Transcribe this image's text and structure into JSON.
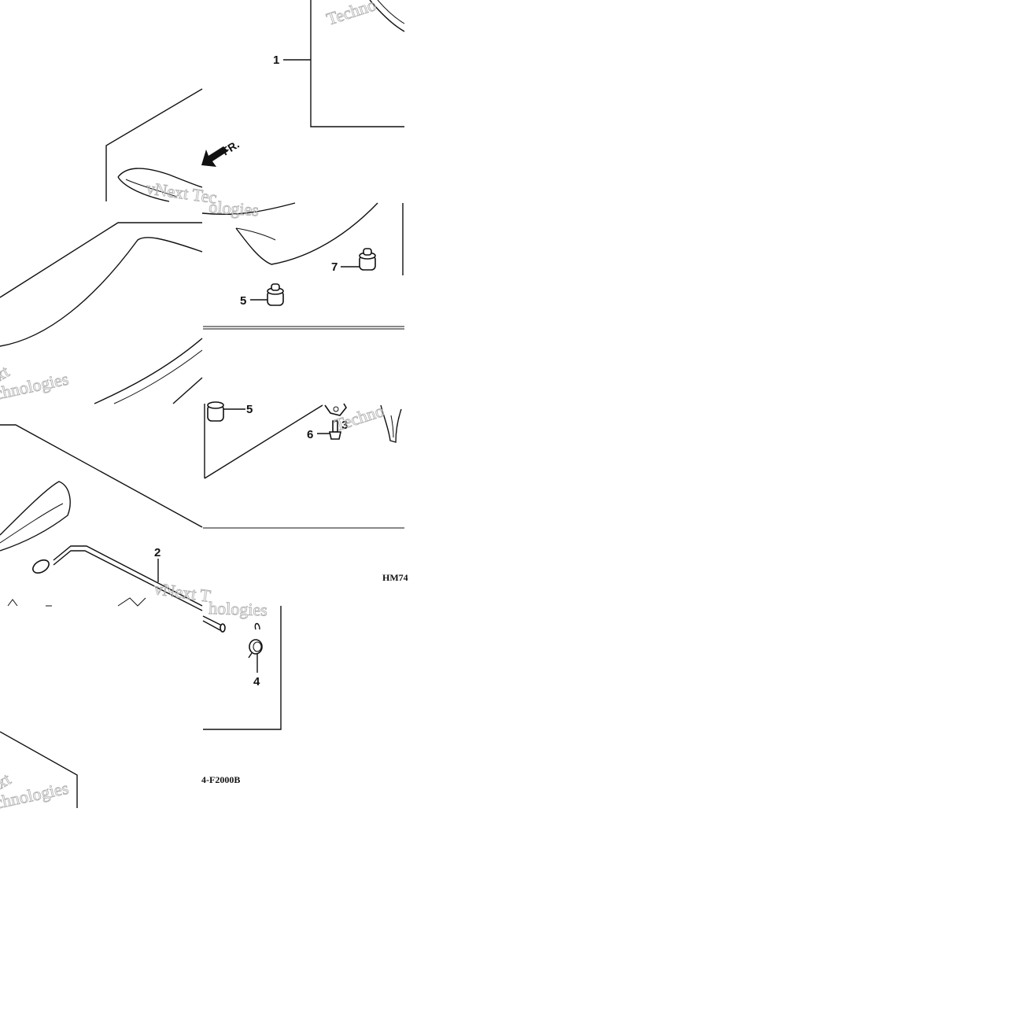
{
  "diagram": {
    "callouts": {
      "c1": "1",
      "c2": "2",
      "c3": "3",
      "c4": "4",
      "c5a": "5",
      "c5b": "5",
      "c6": "6",
      "c7": "7"
    },
    "front_marker": "FR.",
    "code_a": "HM74",
    "code_b": "4-F2000B",
    "watermarks": {
      "w1": "Techno",
      "w2": "vNext Tec",
      "w3": "ologies",
      "w4": "ext",
      "w5": "chnologies",
      "w6": "vNext T",
      "w7": "hologies",
      "w8": "Techno",
      "w9": "ext",
      "w10": "chnologies"
    }
  }
}
